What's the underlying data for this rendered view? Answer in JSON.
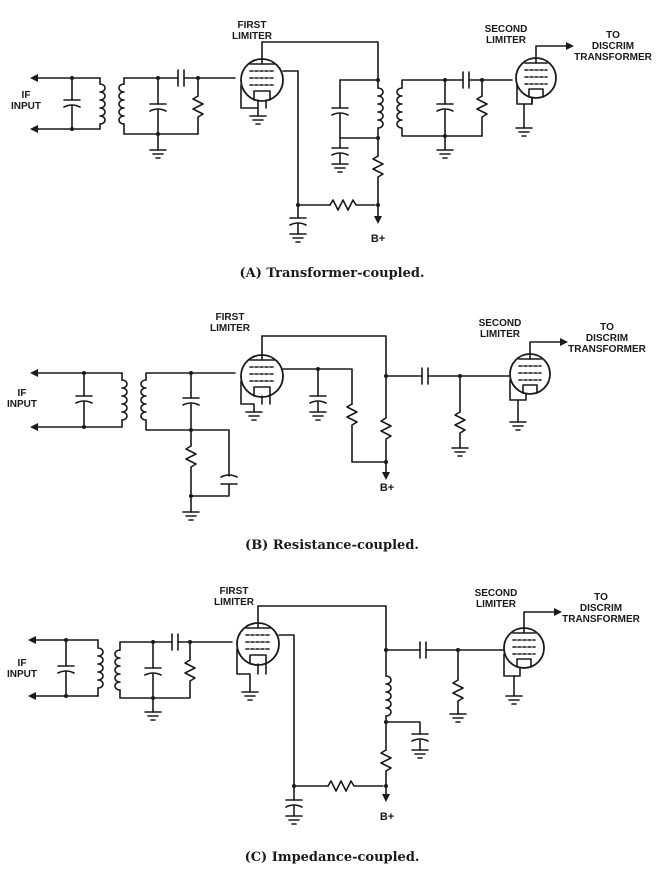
{
  "panels": [
    {
      "id": "A",
      "if_input": [
        "IF",
        "INPUT"
      ],
      "first_limiter": [
        "FIRST",
        "LIMITER"
      ],
      "second_limiter": [
        "SECOND",
        "LIMITER"
      ],
      "output": [
        "TO",
        "DISCRIM",
        "TRANSFORMER"
      ],
      "supply": "B+",
      "caption": "(A) Transformer-coupled."
    },
    {
      "id": "B",
      "if_input": [
        "IF",
        "INPUT"
      ],
      "first_limiter": [
        "FIRST",
        "LIMITER"
      ],
      "second_limiter": [
        "SECOND",
        "LIMITER"
      ],
      "output": [
        "TO",
        "DISCRIM",
        "TRANSFORMER"
      ],
      "supply": "B+",
      "caption": "(B) Resistance-coupled."
    },
    {
      "id": "C",
      "if_input": [
        "IF",
        "INPUT"
      ],
      "first_limiter": [
        "FIRST",
        "LIMITER"
      ],
      "second_limiter": [
        "SECOND",
        "LIMITER"
      ],
      "output": [
        "TO",
        "DISCRIM",
        "TRANSFORMER"
      ],
      "supply": "B+",
      "caption": "(C) Impedance-coupled."
    }
  ]
}
